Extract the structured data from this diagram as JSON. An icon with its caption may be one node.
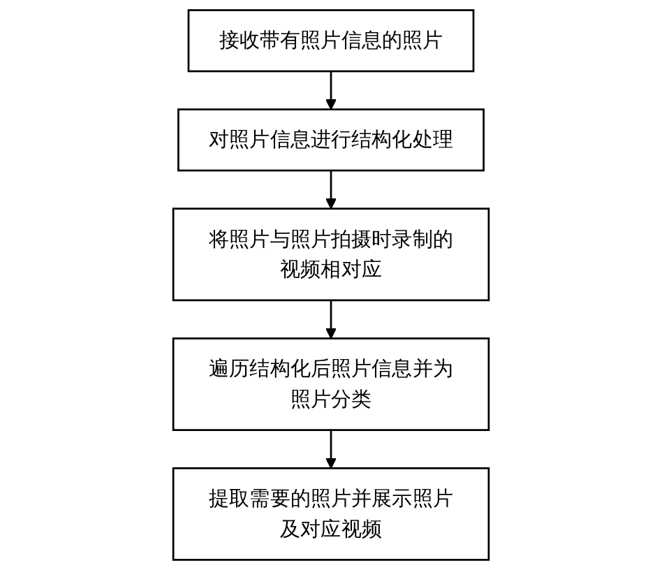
{
  "diagram": {
    "nodes": [
      {
        "text": [
          "接收带有照片信息的照片"
        ]
      },
      {
        "text": [
          "对照片信息进行结构化处理"
        ]
      },
      {
        "text": [
          "将照片与照片拍摄时录制的视频相对应"
        ]
      },
      {
        "text": [
          "遍历结构化后照片信息并为照片分类"
        ]
      },
      {
        "text": [
          "提取需要的照片并展示照片及对应视频"
        ]
      }
    ],
    "edges": [
      {
        "from": 0,
        "to": 1,
        "arrow": "to"
      },
      {
        "from": 1,
        "to": 2,
        "arrow": "to"
      },
      {
        "from": 2,
        "to": 3,
        "arrow": "to"
      },
      {
        "from": 3,
        "to": 4,
        "arrow": "to"
      }
    ]
  }
}
